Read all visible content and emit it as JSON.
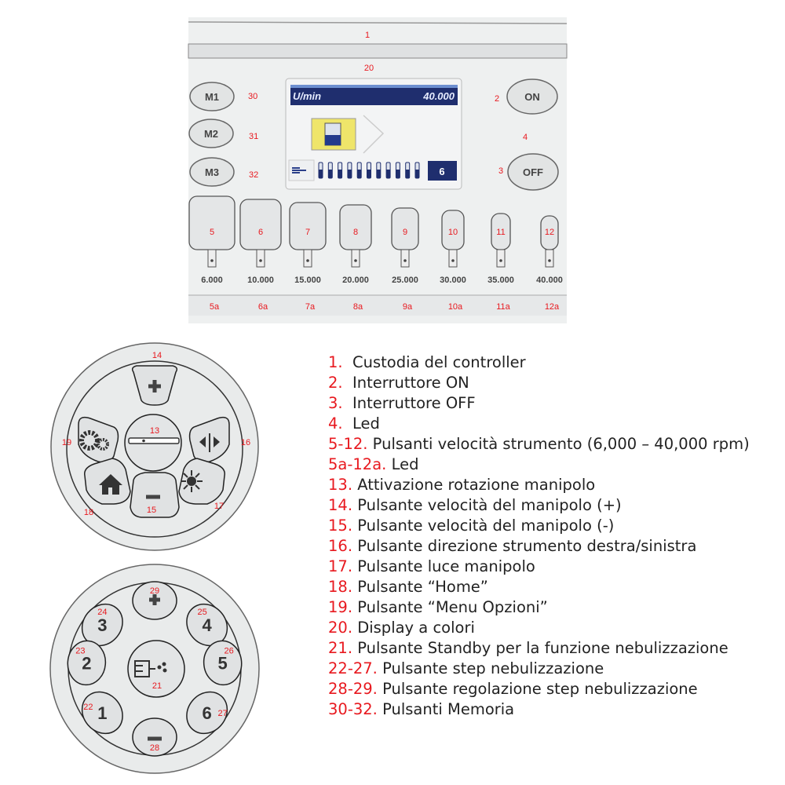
{
  "panel": {
    "callouts": {
      "housing": "1",
      "on": "2",
      "off": "3",
      "led": "4",
      "display": "20",
      "m1": "30",
      "m2": "31",
      "m3": "32"
    },
    "memory_buttons": [
      "M1",
      "M2",
      "M3"
    ],
    "on_label": "ON",
    "off_label": "OFF",
    "display": {
      "unit": "U/min",
      "speed": "40.000",
      "level": "6",
      "level_fraction": 1.0
    },
    "speed_buttons": [
      {
        "num": "5",
        "value": "6.000",
        "led": "5a"
      },
      {
        "num": "6",
        "value": "10.000",
        "led": "6a"
      },
      {
        "num": "7",
        "value": "15.000",
        "led": "7a"
      },
      {
        "num": "8",
        "value": "20.000",
        "led": "8a"
      },
      {
        "num": "9",
        "value": "25.000",
        "led": "9a"
      },
      {
        "num": "10",
        "value": "30.000",
        "led": "10a"
      },
      {
        "num": "11",
        "value": "35.000",
        "led": "11a"
      },
      {
        "num": "12",
        "value": "40.000",
        "led": "12a"
      }
    ]
  },
  "keypad1": {
    "plus": "14",
    "center": "13",
    "minus": "15",
    "direction": "16",
    "light": "17",
    "home": "18",
    "settings": "19"
  },
  "keypad2": {
    "plus": "29",
    "minus": "28",
    "center": "21",
    "steps": [
      {
        "num": "22",
        "label": "1"
      },
      {
        "num": "23",
        "label": "2"
      },
      {
        "num": "24",
        "label": "3"
      },
      {
        "num": "25",
        "label": "4"
      },
      {
        "num": "26",
        "label": "5"
      },
      {
        "num": "27",
        "label": "6"
      }
    ]
  },
  "legend": [
    {
      "n": "1.",
      "t": "Custodia del controller"
    },
    {
      "n": "2.",
      "t": "Interruttore ON"
    },
    {
      "n": "3.",
      "t": "Interruttore OFF"
    },
    {
      "n": "4.",
      "t": "Led"
    },
    {
      "n": "5-12.",
      "t": "Pulsanti velocità strumento (6,000 – 40,000 rpm)"
    },
    {
      "n": "5a-12a.",
      "t": "Led"
    },
    {
      "n": "13.",
      "t": "Attivazione rotazione manipolo"
    },
    {
      "n": "14.",
      "t": "Pulsante velocità del manipolo (+)"
    },
    {
      "n": "15.",
      "t": "Pulsante velocità del manipolo (-)"
    },
    {
      "n": "16.",
      "t": "Pulsante direzione strumento destra/sinistra"
    },
    {
      "n": "17.",
      "t": "Pulsante luce manipolo"
    },
    {
      "n": "18.",
      "t": "Pulsante “Home”"
    },
    {
      "n": "19.",
      "t": "Pulsante “Menu Opzioni”"
    },
    {
      "n": "20.",
      "t": "Display a colori"
    },
    {
      "n": "21.",
      "t": "Pulsante Standby per la funzione nebulizzazione"
    },
    {
      "n": "22-27.",
      "t": "Pulsante step nebulizzazione"
    },
    {
      "n": "28-29.",
      "t": "Pulsante regolazione step nebulizzazione"
    },
    {
      "n": "30-32.",
      "t": "Pulsanti Memoria"
    }
  ]
}
